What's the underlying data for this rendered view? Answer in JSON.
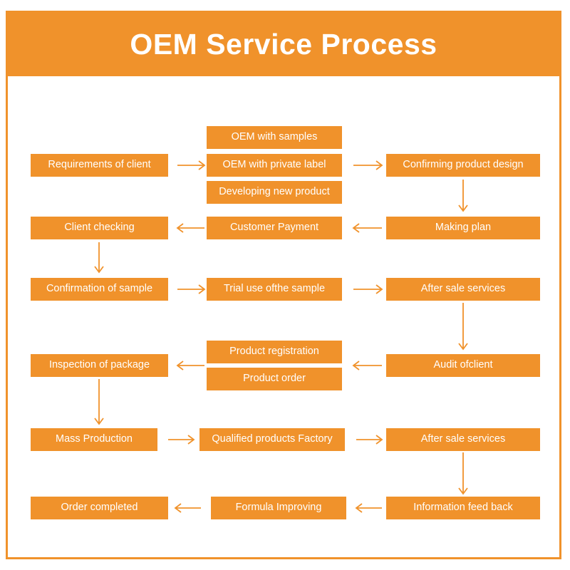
{
  "header": {
    "title": "OEM Service Process"
  },
  "colors": {
    "accent": "#F0922B",
    "box_fill": "#F0922B",
    "box_text": "#FFFFFF",
    "page_background": "#FFFFFF",
    "arrow": "#F0922B"
  },
  "chart_data": {
    "type": "diagram",
    "title": "OEM Service Process",
    "layout": "6 rows, 3 columns, serpentine (boustrophedon) flow",
    "nodes": [
      {
        "id": "n1",
        "label": "Requirements of client",
        "row": 1,
        "col": 1
      },
      {
        "id": "n2a",
        "label": "OEM with samples",
        "row": 1,
        "col": 2,
        "stack_index": 0
      },
      {
        "id": "n2b",
        "label": "OEM with private label",
        "row": 1,
        "col": 2,
        "stack_index": 1
      },
      {
        "id": "n2c",
        "label": "Developing new product",
        "row": 1,
        "col": 2,
        "stack_index": 2
      },
      {
        "id": "n3",
        "label": "Confirming product design",
        "row": 1,
        "col": 3
      },
      {
        "id": "n4",
        "label": "Making plan",
        "row": 2,
        "col": 3
      },
      {
        "id": "n5",
        "label": "Customer Payment",
        "row": 2,
        "col": 2
      },
      {
        "id": "n6",
        "label": "Client checking",
        "row": 2,
        "col": 1
      },
      {
        "id": "n7",
        "label": "Confirmation of sample",
        "row": 3,
        "col": 1
      },
      {
        "id": "n8",
        "label": "Trial use ofthe sample",
        "row": 3,
        "col": 2
      },
      {
        "id": "n9",
        "label": "After sale services",
        "row": 3,
        "col": 3
      },
      {
        "id": "n10",
        "label": "Audit ofclient",
        "row": 4,
        "col": 3
      },
      {
        "id": "n11a",
        "label": "Product registration",
        "row": 4,
        "col": 2,
        "stack_index": 0
      },
      {
        "id": "n11b",
        "label": "Product order",
        "row": 4,
        "col": 2,
        "stack_index": 1
      },
      {
        "id": "n12",
        "label": "Inspection of package",
        "row": 4,
        "col": 1
      },
      {
        "id": "n13",
        "label": "Mass Production",
        "row": 5,
        "col": 1
      },
      {
        "id": "n14",
        "label": "Qualified products Factory",
        "row": 5,
        "col": 2
      },
      {
        "id": "n15",
        "label": "After sale services",
        "row": 5,
        "col": 3
      },
      {
        "id": "n16",
        "label": "Information feed back",
        "row": 6,
        "col": 3
      },
      {
        "id": "n17",
        "label": "Formula Improving",
        "row": 6,
        "col": 2
      },
      {
        "id": "n18",
        "label": "Order completed",
        "row": 6,
        "col": 1
      }
    ],
    "edges": [
      {
        "from": "n1",
        "to": "n2b",
        "direction": "right"
      },
      {
        "from": "n2b",
        "to": "n3",
        "direction": "right"
      },
      {
        "from": "n3",
        "to": "n4",
        "direction": "down"
      },
      {
        "from": "n4",
        "to": "n5",
        "direction": "left"
      },
      {
        "from": "n5",
        "to": "n6",
        "direction": "left"
      },
      {
        "from": "n6",
        "to": "n7",
        "direction": "down"
      },
      {
        "from": "n7",
        "to": "n8",
        "direction": "right"
      },
      {
        "from": "n8",
        "to": "n9",
        "direction": "right"
      },
      {
        "from": "n9",
        "to": "n10",
        "direction": "down"
      },
      {
        "from": "n10",
        "to": "n11",
        "direction": "left"
      },
      {
        "from": "n11",
        "to": "n12",
        "direction": "left"
      },
      {
        "from": "n12",
        "to": "n13",
        "direction": "down"
      },
      {
        "from": "n13",
        "to": "n14",
        "direction": "right"
      },
      {
        "from": "n14",
        "to": "n15",
        "direction": "right"
      },
      {
        "from": "n15",
        "to": "n16",
        "direction": "down"
      },
      {
        "from": "n16",
        "to": "n17",
        "direction": "left"
      },
      {
        "from": "n17",
        "to": "n18",
        "direction": "left"
      }
    ]
  }
}
